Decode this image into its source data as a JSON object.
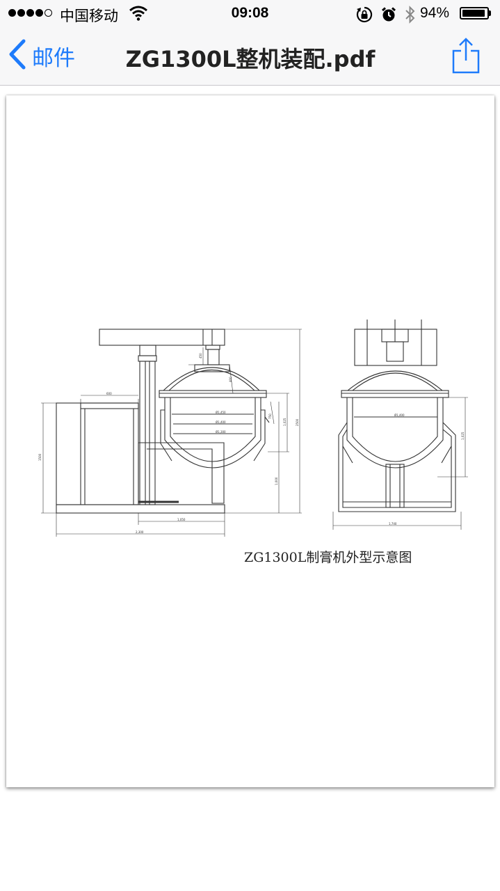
{
  "status_bar": {
    "carrier": "中国移动",
    "time": "09:08",
    "battery_percent": "94%",
    "battery_level": 0.94,
    "signal_bars_filled": 4,
    "signal_bars_total": 5,
    "icons": [
      "signal-dots",
      "wifi-icon",
      "orientation-lock-icon",
      "alarm-icon",
      "bluetooth-icon",
      "battery-icon"
    ]
  },
  "nav": {
    "back_label": "邮件",
    "title": "ZG1300L整机装配.pdf",
    "share_icon": "share-icon",
    "accent_color": "#1e7bfb"
  },
  "document": {
    "caption": "ZG1300L制膏机外型示意图",
    "dimensions": {
      "front_top_width": "600",
      "front_height": "1500",
      "front_inner_width": "1,050",
      "front_total_width": "2,300",
      "front_total_height": "2500",
      "motor_height": "450",
      "vessel_dia_outer": "Ø1,450",
      "vessel_dia_mid": "Ø1,400",
      "vessel_dia_inner": "Ø1,300",
      "vessel_depth": "750",
      "vessel_height": "1,025",
      "lid_height": "400",
      "base_height": "1,000",
      "side_total_width": "1,740",
      "side_vessel_dia": "Ø1,400",
      "side_vessel_height": "1,025"
    }
  }
}
